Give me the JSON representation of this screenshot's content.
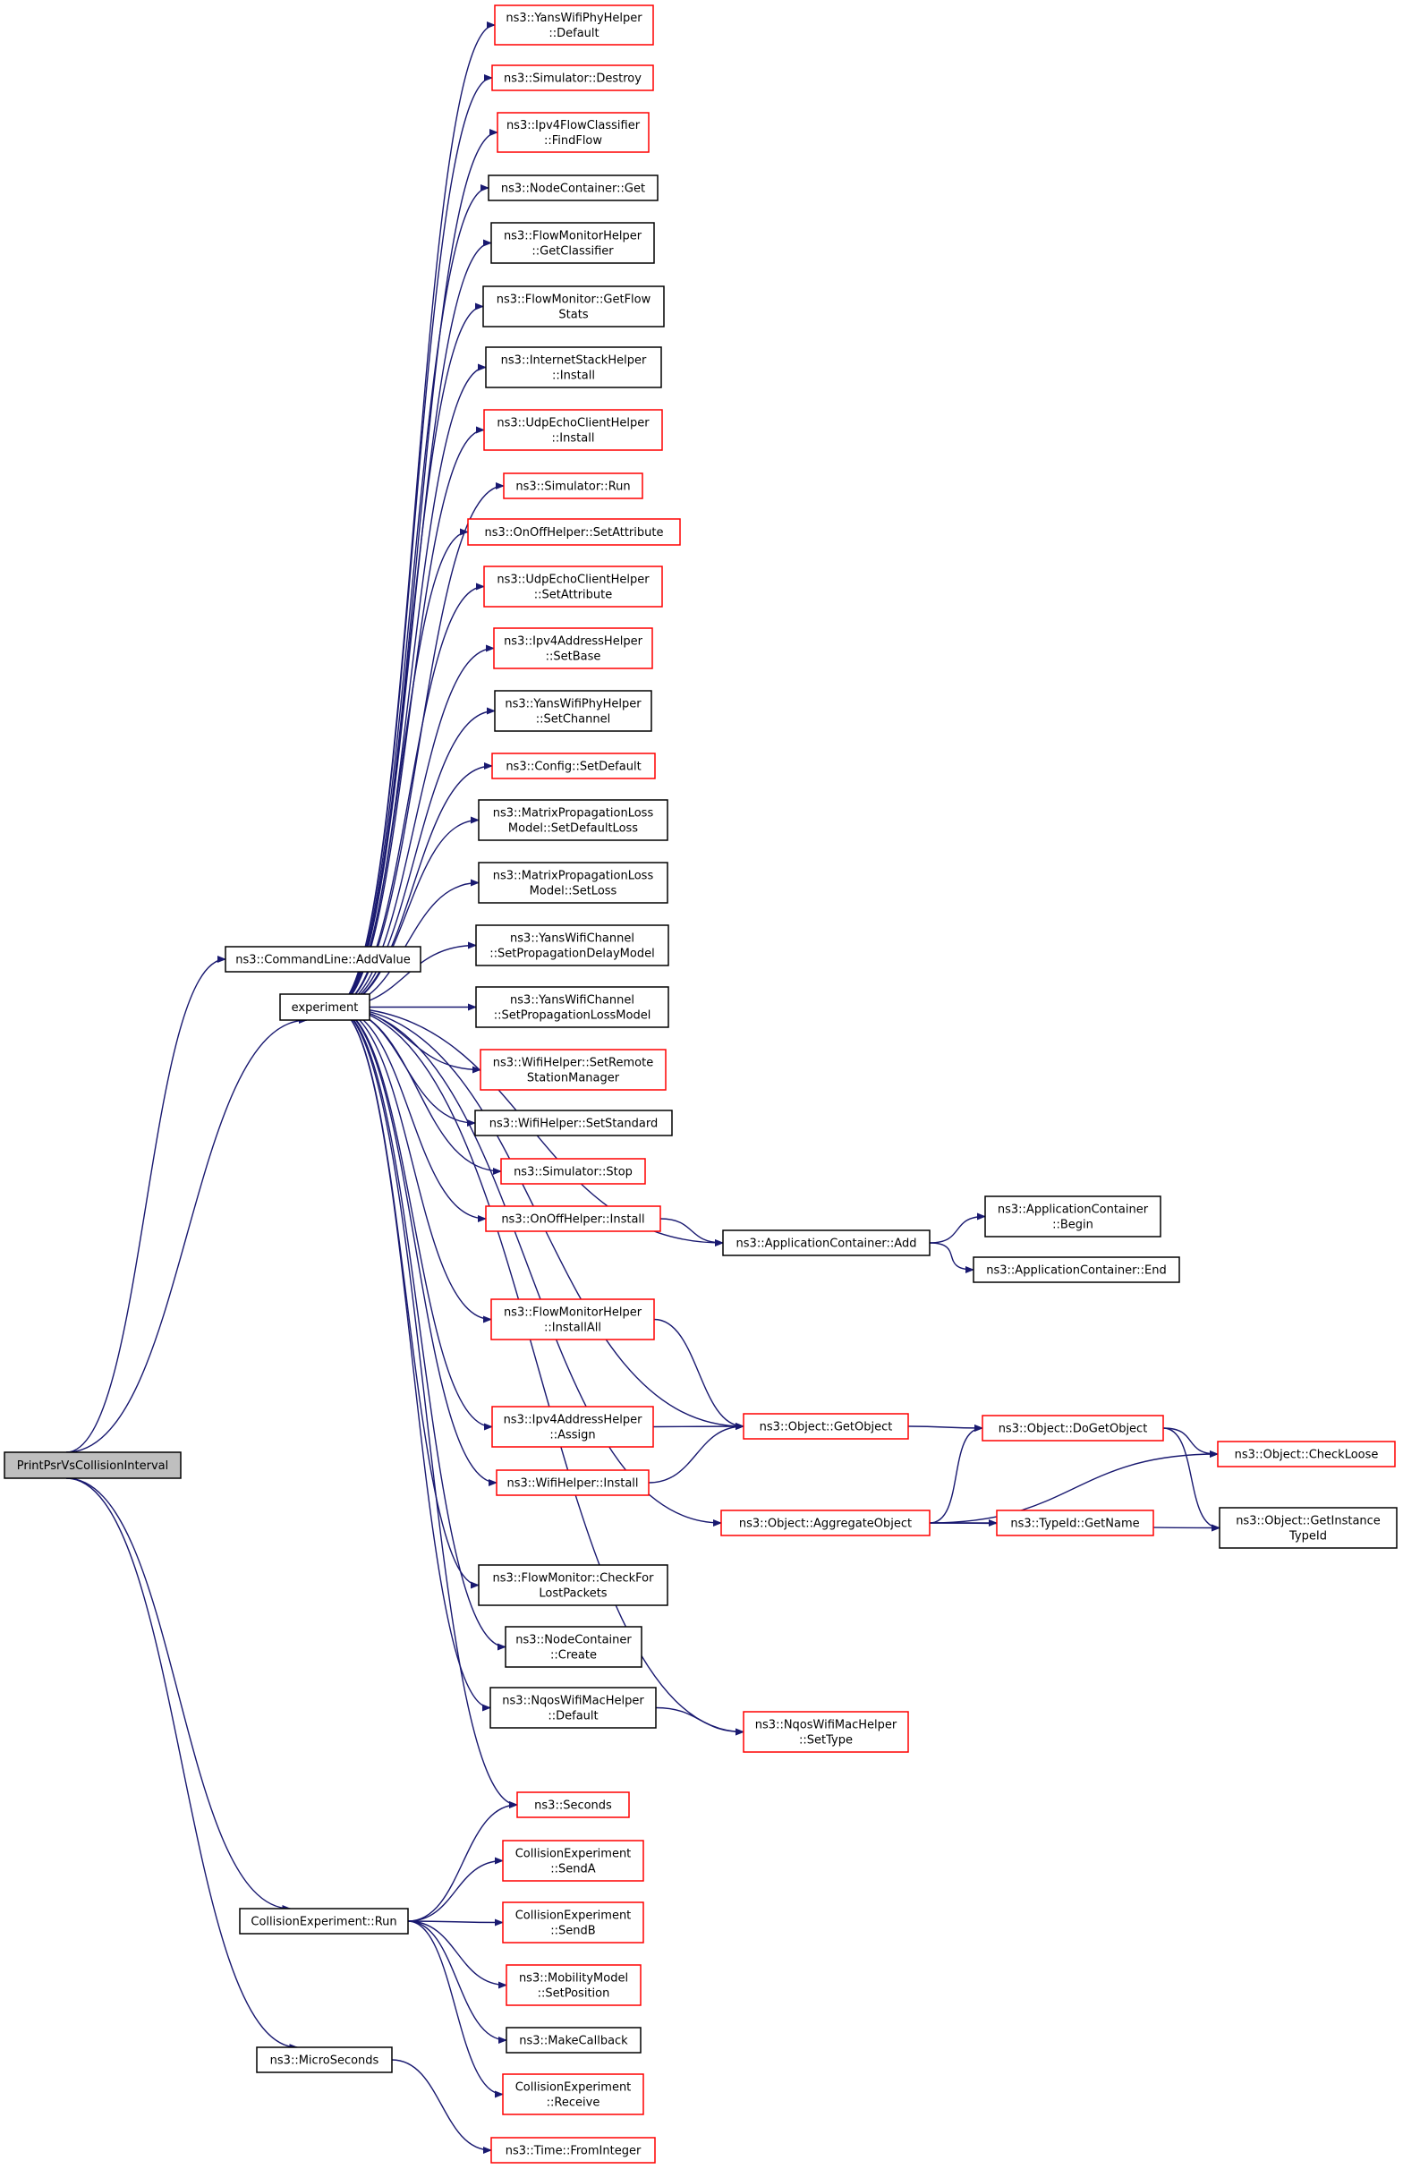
{
  "graph": {
    "nodes": [
      {
        "id": "root",
        "lines": [
          "PrintPsrVsCollisionInterval"
        ],
        "style": "gray"
      },
      {
        "id": "addvalue",
        "lines": [
          "ns3::CommandLine::AddValue"
        ],
        "style": "black"
      },
      {
        "id": "experiment",
        "lines": [
          "experiment"
        ],
        "style": "black"
      },
      {
        "id": "cerun",
        "lines": [
          "CollisionExperiment::Run"
        ],
        "style": "black"
      },
      {
        "id": "microseconds",
        "lines": [
          "ns3::MicroSeconds"
        ],
        "style": "black"
      },
      {
        "id": "yansphydefault",
        "lines": [
          "ns3::YansWifiPhyHelper",
          "::Default"
        ],
        "style": "red"
      },
      {
        "id": "simdestroy",
        "lines": [
          "ns3::Simulator::Destroy"
        ],
        "style": "red"
      },
      {
        "id": "findflow",
        "lines": [
          "ns3::Ipv4FlowClassifier",
          "::FindFlow"
        ],
        "style": "red"
      },
      {
        "id": "nodeget",
        "lines": [
          "ns3::NodeContainer::Get"
        ],
        "style": "black"
      },
      {
        "id": "getclassifier",
        "lines": [
          "ns3::FlowMonitorHelper",
          "::GetClassifier"
        ],
        "style": "black"
      },
      {
        "id": "getflowstats",
        "lines": [
          "ns3::FlowMonitor::GetFlow",
          "Stats"
        ],
        "style": "black"
      },
      {
        "id": "internetinstall",
        "lines": [
          "ns3::InternetStackHelper",
          "::Install"
        ],
        "style": "black"
      },
      {
        "id": "udpinstall",
        "lines": [
          "ns3::UdpEchoClientHelper",
          "::Install"
        ],
        "style": "red"
      },
      {
        "id": "simrun",
        "lines": [
          "ns3::Simulator::Run"
        ],
        "style": "red"
      },
      {
        "id": "onoffsetattr",
        "lines": [
          "ns3::OnOffHelper::SetAttribute"
        ],
        "style": "red"
      },
      {
        "id": "udpsetattr",
        "lines": [
          "ns3::UdpEchoClientHelper",
          "::SetAttribute"
        ],
        "style": "red"
      },
      {
        "id": "ipv4setbase",
        "lines": [
          "ns3::Ipv4AddressHelper",
          "::SetBase"
        ],
        "style": "red"
      },
      {
        "id": "yanssetchannel",
        "lines": [
          "ns3::YansWifiPhyHelper",
          "::SetChannel"
        ],
        "style": "black"
      },
      {
        "id": "configsetdefault",
        "lines": [
          "ns3::Config::SetDefault"
        ],
        "style": "red"
      },
      {
        "id": "matrixsetdefaultloss",
        "lines": [
          "ns3::MatrixPropagationLoss",
          "Model::SetDefaultLoss"
        ],
        "style": "black"
      },
      {
        "id": "matrixsetloss",
        "lines": [
          "ns3::MatrixPropagationLoss",
          "Model::SetLoss"
        ],
        "style": "black"
      },
      {
        "id": "setpropdelay",
        "lines": [
          "ns3::YansWifiChannel",
          "::SetPropagationDelayModel"
        ],
        "style": "black"
      },
      {
        "id": "setproploss",
        "lines": [
          "ns3::YansWifiChannel",
          "::SetPropagationLossModel"
        ],
        "style": "black"
      },
      {
        "id": "setremote",
        "lines": [
          "ns3::WifiHelper::SetRemote",
          "StationManager"
        ],
        "style": "red"
      },
      {
        "id": "setstandard",
        "lines": [
          "ns3::WifiHelper::SetStandard"
        ],
        "style": "black"
      },
      {
        "id": "simstop",
        "lines": [
          "ns3::Simulator::Stop"
        ],
        "style": "red"
      },
      {
        "id": "onoffinstall",
        "lines": [
          "ns3::OnOffHelper::Install"
        ],
        "style": "red"
      },
      {
        "id": "appadd",
        "lines": [
          "ns3::ApplicationContainer::Add"
        ],
        "style": "black"
      },
      {
        "id": "appbegin",
        "lines": [
          "ns3::ApplicationContainer",
          "::Begin"
        ],
        "style": "black"
      },
      {
        "id": "append",
        "lines": [
          "ns3::ApplicationContainer::End"
        ],
        "style": "black"
      },
      {
        "id": "fminstallall",
        "lines": [
          "ns3::FlowMonitorHelper",
          "::InstallAll"
        ],
        "style": "red"
      },
      {
        "id": "ipv4assign",
        "lines": [
          "ns3::Ipv4AddressHelper",
          "::Assign"
        ],
        "style": "red"
      },
      {
        "id": "getobject",
        "lines": [
          "ns3::Object::GetObject"
        ],
        "style": "red"
      },
      {
        "id": "dogetobject",
        "lines": [
          "ns3::Object::DoGetObject"
        ],
        "style": "red"
      },
      {
        "id": "checkloose",
        "lines": [
          "ns3::Object::CheckLoose"
        ],
        "style": "red"
      },
      {
        "id": "wifiinstall",
        "lines": [
          "ns3::WifiHelper::Install"
        ],
        "style": "red"
      },
      {
        "id": "aggregate",
        "lines": [
          "ns3::Object::AggregateObject"
        ],
        "style": "red"
      },
      {
        "id": "typeidgetname",
        "lines": [
          "ns3::TypeId::GetName"
        ],
        "style": "red"
      },
      {
        "id": "getinstancetypeid",
        "lines": [
          "ns3::Object::GetInstance",
          "TypeId"
        ],
        "style": "black"
      },
      {
        "id": "checklost",
        "lines": [
          "ns3::FlowMonitor::CheckFor",
          "LostPackets"
        ],
        "style": "black"
      },
      {
        "id": "nccreate",
        "lines": [
          "ns3::NodeContainer",
          "::Create"
        ],
        "style": "black"
      },
      {
        "id": "nqosdefault",
        "lines": [
          "ns3::NqosWifiMacHelper",
          "::Default"
        ],
        "style": "black"
      },
      {
        "id": "nqossettype",
        "lines": [
          "ns3::NqosWifiMacHelper",
          "::SetType"
        ],
        "style": "red"
      },
      {
        "id": "seconds",
        "lines": [
          "ns3::Seconds"
        ],
        "style": "red"
      },
      {
        "id": "sendA",
        "lines": [
          "CollisionExperiment",
          "::SendA"
        ],
        "style": "red"
      },
      {
        "id": "sendB",
        "lines": [
          "CollisionExperiment",
          "::SendB"
        ],
        "style": "red"
      },
      {
        "id": "setposition",
        "lines": [
          "ns3::MobilityModel",
          "::SetPosition"
        ],
        "style": "red"
      },
      {
        "id": "makecallback",
        "lines": [
          "ns3::MakeCallback"
        ],
        "style": "black"
      },
      {
        "id": "receive",
        "lines": [
          "CollisionExperiment",
          "::Receive"
        ],
        "style": "red"
      },
      {
        "id": "frominteger",
        "lines": [
          "ns3::Time::FromInteger"
        ],
        "style": "red"
      }
    ],
    "edges": [
      [
        "root",
        "addvalue"
      ],
      [
        "root",
        "experiment"
      ],
      [
        "root",
        "cerun"
      ],
      [
        "root",
        "microseconds"
      ],
      [
        "experiment",
        "yansphydefault"
      ],
      [
        "experiment",
        "simdestroy"
      ],
      [
        "experiment",
        "findflow"
      ],
      [
        "experiment",
        "nodeget"
      ],
      [
        "experiment",
        "getclassifier"
      ],
      [
        "experiment",
        "getflowstats"
      ],
      [
        "experiment",
        "internetinstall"
      ],
      [
        "experiment",
        "udpinstall"
      ],
      [
        "experiment",
        "simrun"
      ],
      [
        "experiment",
        "onoffsetattr"
      ],
      [
        "experiment",
        "udpsetattr"
      ],
      [
        "experiment",
        "ipv4setbase"
      ],
      [
        "experiment",
        "yanssetchannel"
      ],
      [
        "experiment",
        "configsetdefault"
      ],
      [
        "experiment",
        "matrixsetdefaultloss"
      ],
      [
        "experiment",
        "matrixsetloss"
      ],
      [
        "experiment",
        "setpropdelay"
      ],
      [
        "experiment",
        "setproploss"
      ],
      [
        "experiment",
        "setremote"
      ],
      [
        "experiment",
        "setstandard"
      ],
      [
        "experiment",
        "simstop"
      ],
      [
        "experiment",
        "onoffinstall"
      ],
      [
        "experiment",
        "appadd"
      ],
      [
        "experiment",
        "fminstallall"
      ],
      [
        "experiment",
        "getobject"
      ],
      [
        "experiment",
        "ipv4assign"
      ],
      [
        "experiment",
        "wifiinstall"
      ],
      [
        "experiment",
        "aggregate"
      ],
      [
        "experiment",
        "checklost"
      ],
      [
        "experiment",
        "nccreate"
      ],
      [
        "experiment",
        "nqosdefault"
      ],
      [
        "experiment",
        "nqossettype"
      ],
      [
        "experiment",
        "seconds"
      ],
      [
        "onoffinstall",
        "appadd"
      ],
      [
        "appadd",
        "appbegin"
      ],
      [
        "appadd",
        "append"
      ],
      [
        "fminstallall",
        "getobject"
      ],
      [
        "ipv4assign",
        "getobject"
      ],
      [
        "wifiinstall",
        "getobject"
      ],
      [
        "getobject",
        "dogetobject"
      ],
      [
        "dogetobject",
        "checkloose"
      ],
      [
        "dogetobject",
        "getinstancetypeid"
      ],
      [
        "aggregate",
        "dogetobject"
      ],
      [
        "aggregate",
        "checkloose"
      ],
      [
        "aggregate",
        "typeidgetname"
      ],
      [
        "aggregate",
        "getinstancetypeid"
      ],
      [
        "nqosdefault",
        "nqossettype"
      ],
      [
        "cerun",
        "seconds"
      ],
      [
        "cerun",
        "sendA"
      ],
      [
        "cerun",
        "sendB"
      ],
      [
        "cerun",
        "setposition"
      ],
      [
        "cerun",
        "makecallback"
      ],
      [
        "cerun",
        "receive"
      ],
      [
        "microseconds",
        "frominteger"
      ]
    ]
  }
}
